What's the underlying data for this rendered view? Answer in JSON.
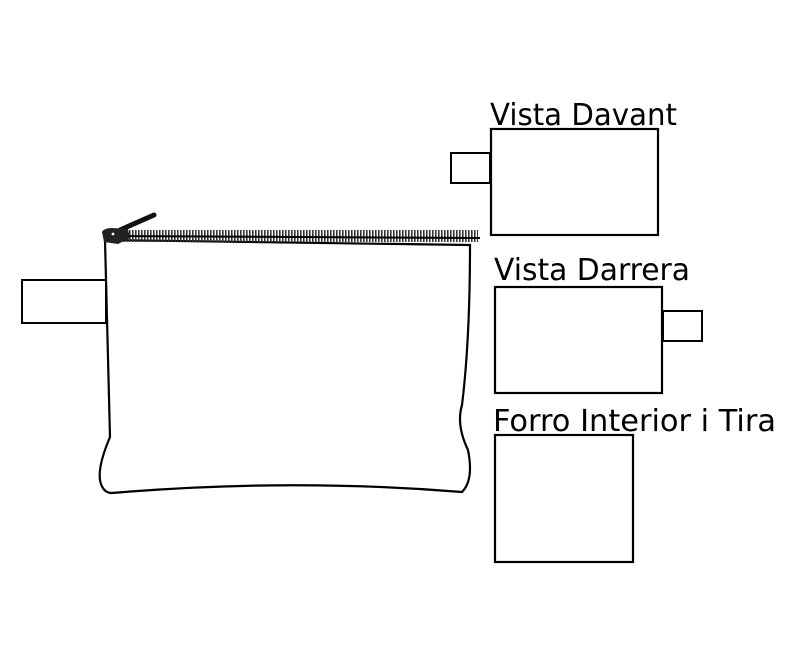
{
  "labels": {
    "front_view": "Vista Davant",
    "back_view": "Vista Darrera",
    "lining": "Forro Interior i Tira"
  },
  "colors": {
    "stroke": "#000000",
    "zipper_teeth": "#555555"
  }
}
